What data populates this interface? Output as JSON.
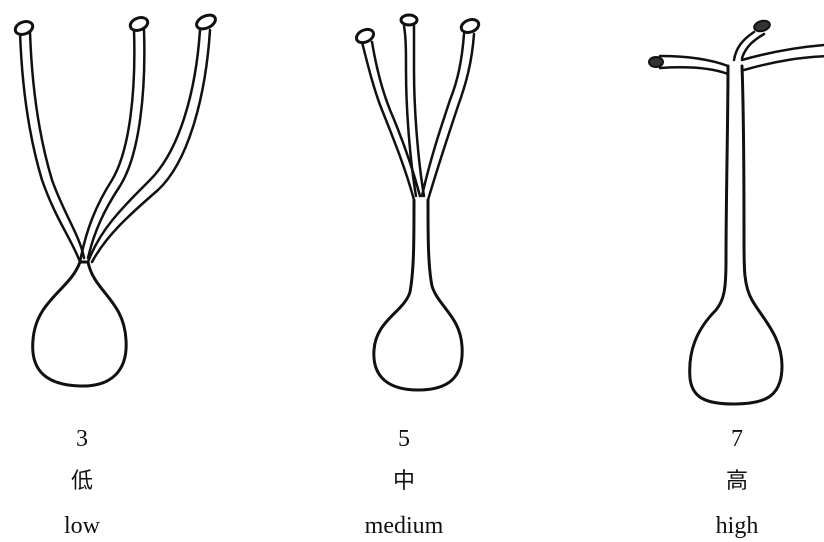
{
  "items": [
    {
      "number": "3",
      "zh": "低",
      "en": "low"
    },
    {
      "number": "5",
      "zh": "中",
      "en": "medium"
    },
    {
      "number": "7",
      "zh": "高",
      "en": "high"
    }
  ]
}
